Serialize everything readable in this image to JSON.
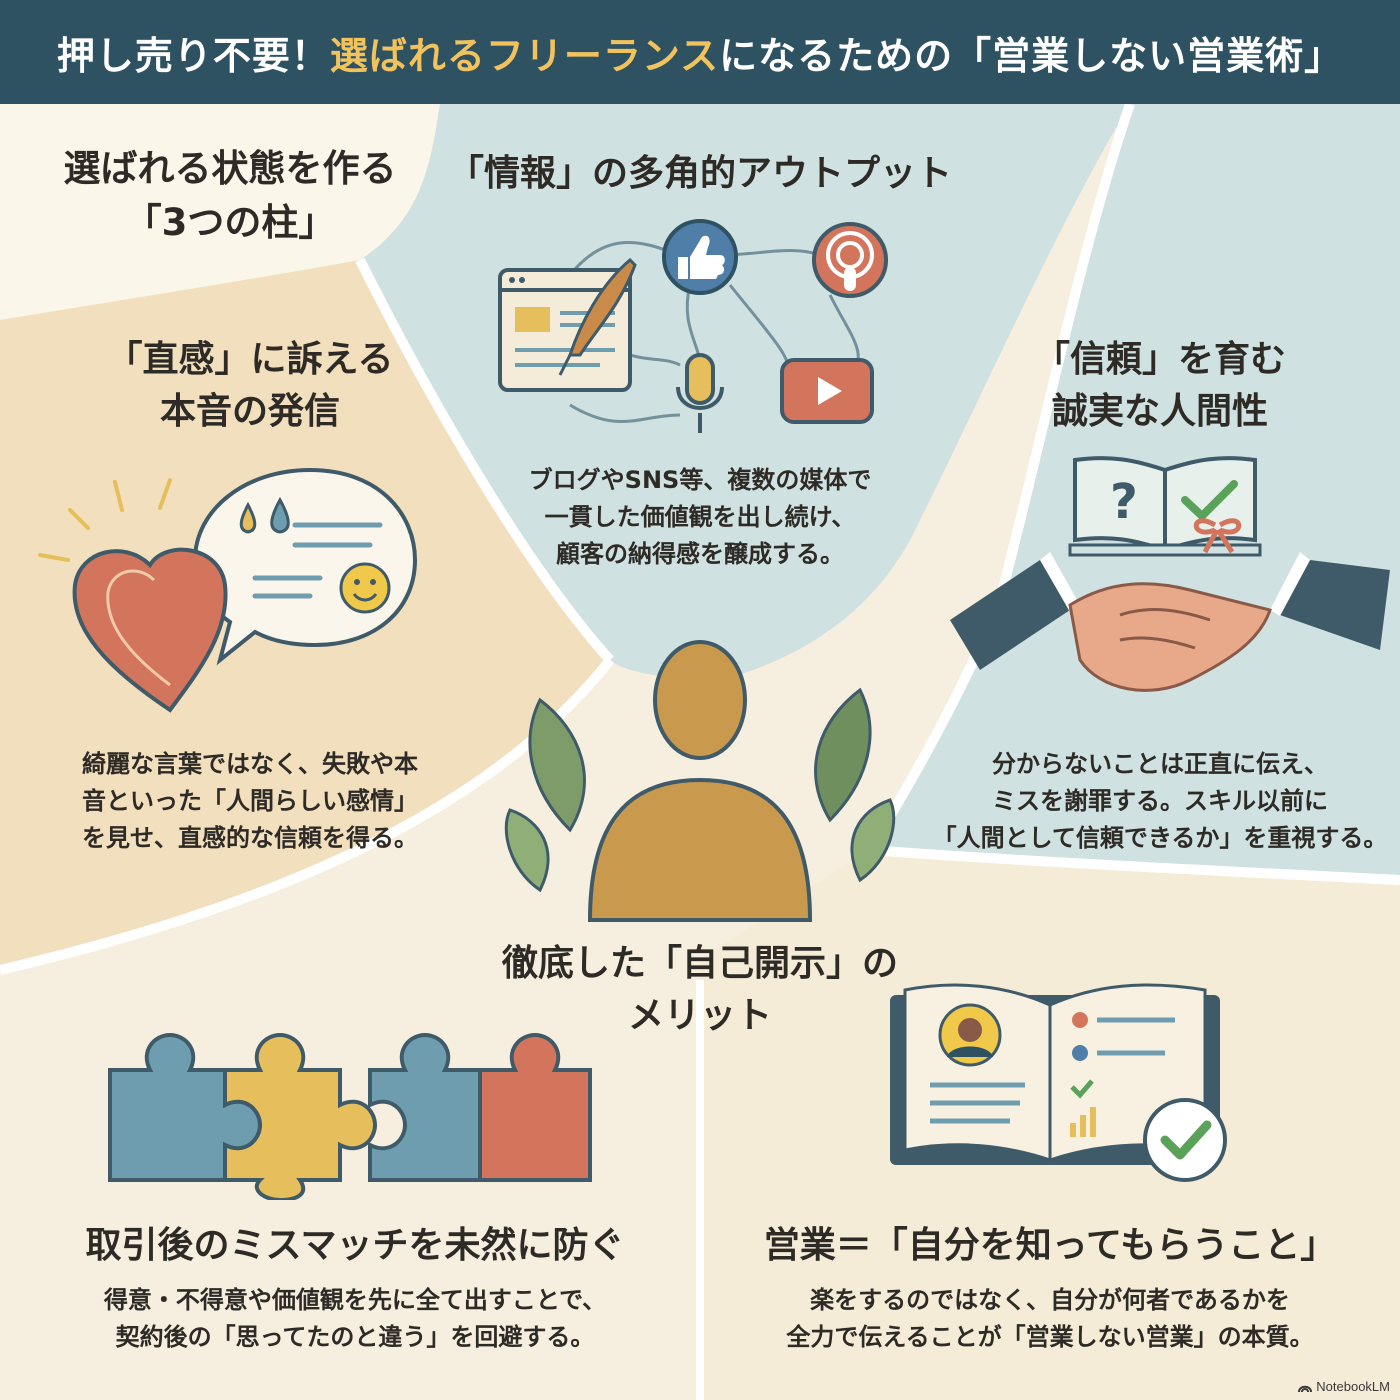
{
  "header": {
    "title_pre": "押し売り不要！",
    "title_highlight": "選ばれるフリーランス",
    "title_post": "になるための「営業しない営業術」"
  },
  "intro": {
    "line1": "選ばれる状態を作る",
    "line2": "「3つの柱」"
  },
  "info_output": {
    "title": "「情報」の多角的アウトプット",
    "body": [
      "ブログやSNS等、複数の媒体で",
      "一貫した価値観を出し続け、",
      "顧客の納得感を醸成する。"
    ]
  },
  "intuition": {
    "title": [
      "「直感」に訴える",
      "本音の発信"
    ],
    "body": [
      "綺麗な言葉ではなく、失敗や本",
      "音といった「人間らしい感情」",
      "を見せ、直感的な信頼を得る。"
    ]
  },
  "trust": {
    "title": [
      "「信頼」を育む",
      "誠実な人間性"
    ],
    "body": [
      "分からないことは正直に伝え、",
      "ミスを謝罪する。スキル以前に",
      "「人間として信頼できるか」を重視する。"
    ]
  },
  "self_disclosure": {
    "title": [
      "徹底した「自己開示」の",
      "メリット"
    ]
  },
  "mismatch": {
    "title": "取引後のミスマッチを未然に防ぐ",
    "body": [
      "得意・不得意や価値観を先に全て出すことで、",
      "契約後の「思ってたのと違う」を回避する。"
    ]
  },
  "sales": {
    "title": "営業＝「自分を知ってもらうこと」",
    "body": [
      "楽をするのではなく、自分が何者であるかを",
      "全力で伝えることが「営業しない営業」の本質。"
    ]
  },
  "brand": {
    "label": "NotebookLM"
  },
  "colors": {
    "header_bg": "#2f5263",
    "highlight": "#f2c35c",
    "teal_panel": "#cfe1e0",
    "tan_panel": "#f1dfbe",
    "cream_panel": "#f6efdf",
    "terracotta": "#d2755c",
    "mustard": "#e6bf5c",
    "slate_blue": "#6f9db0",
    "figure": "#c99a4e"
  },
  "icons": [
    "feather-pen-icon",
    "thumbs-up-icon",
    "podcast-icon",
    "microphone-icon",
    "play-button-icon",
    "browser-window-icon",
    "heart-icon",
    "speech-bubble-icon",
    "smiley-icon",
    "open-book-icon",
    "question-mark-icon",
    "check-mark-icon",
    "bow-icon",
    "handshake-icon",
    "person-silhouette-icon",
    "leaf-icon",
    "puzzle-piece-icon",
    "profile-card-icon",
    "check-badge-icon"
  ]
}
